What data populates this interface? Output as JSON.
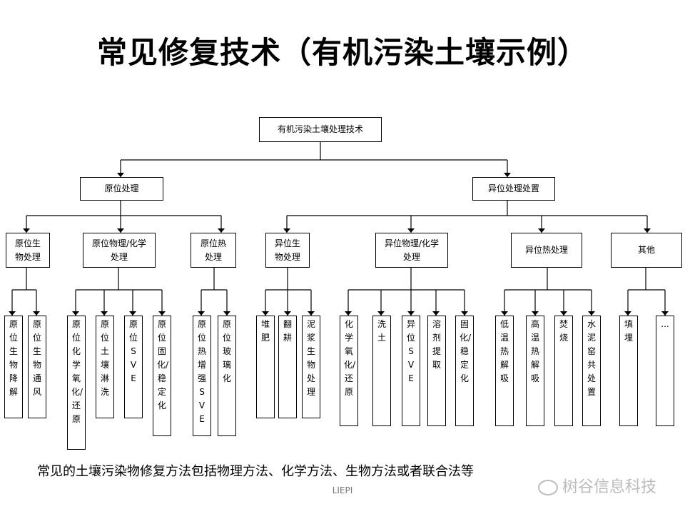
{
  "title": "常见修复技术（有机污染土壤示例）",
  "root": "有机污染土壤处理技术",
  "level1": [
    "原位处理",
    "异位处理处置"
  ],
  "level2": [
    "原位生物处理",
    "原位物理/化学处理",
    "原位热处理",
    "异位生物处理",
    "异位物理/化学处理",
    "异位热处理",
    "其他"
  ],
  "leaves": [
    "原位生物降解",
    "原位生物通风",
    "原位化学氧化/还原",
    "原位土壤淋洗",
    "原位SVE",
    "原位固化/稳定化",
    "原位热增强SVE",
    "原位玻璃化",
    "堆肥",
    "翻耕",
    "泥浆生物处理",
    "化学氧化/还原",
    "洗土",
    "异位SVE",
    "溶剂提取",
    "固化/稳定化",
    "低温热解吸",
    "高温热解吸",
    "焚烧",
    "水泥窑共处置",
    "填埋",
    "..."
  ],
  "caption": "常见的土壤污染物修复方法包括物理方法、化学方法、生物方法或者联合法等",
  "source": "LIEPI",
  "watermark": "树谷信息科技"
}
